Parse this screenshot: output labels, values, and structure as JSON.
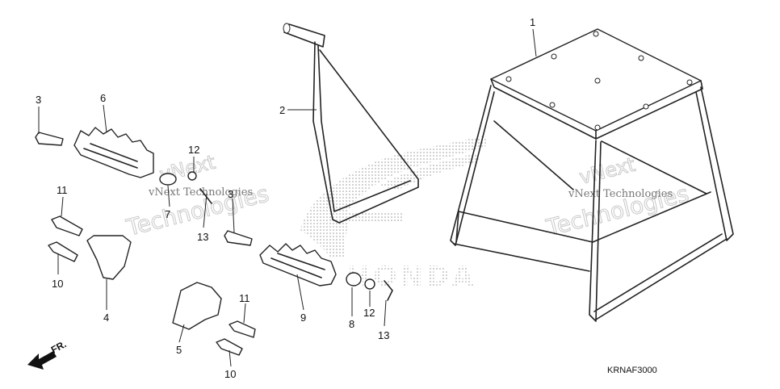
{
  "diagram": {
    "brand_logo_text": "HONDA",
    "part_code": "KRNAF3000",
    "direction_label": "FR.",
    "watermark_line1": "vNext Technologies",
    "watermark_line2": "Technologies",
    "watermark_prefix": "vNext",
    "callouts": [
      "1",
      "2",
      "3",
      "6",
      "12",
      "11",
      "3",
      "7",
      "13",
      "10",
      "4",
      "9",
      "8",
      "12",
      "13",
      "11",
      "5",
      "10"
    ]
  }
}
